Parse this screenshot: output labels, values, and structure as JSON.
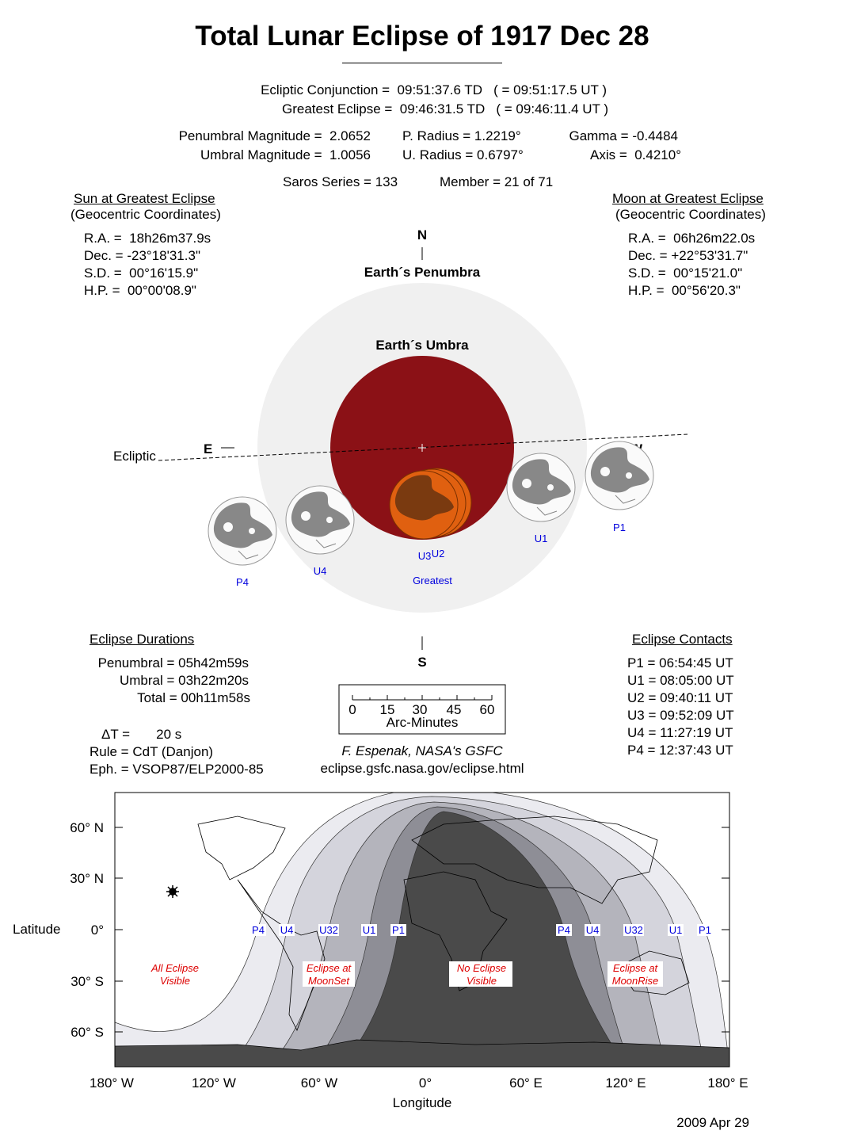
{
  "title": "Total Lunar Eclipse of  1917 Dec 28",
  "times": {
    "conjunction": "Ecliptic Conjunction =  09:51:37.6 TD   ( = 09:51:17.5 UT )",
    "greatest": "Greatest Eclipse =  09:46:31.5 TD   ( = 09:46:11.4 UT )"
  },
  "params": {
    "pen_mag": "Penumbral Magnitude =  2.0652",
    "umb_mag": "Umbral Magnitude =  1.0056",
    "p_radius": "P. Radius = 1.2219°",
    "u_radius": "U. Radius = 0.6797°",
    "gamma": "Gamma = -0.4484",
    "axis": "Axis =  0.4210°",
    "saros": "Saros Series = 133",
    "member": "Member = 21 of 71"
  },
  "sun": {
    "heading": "Sun at Greatest Eclipse",
    "sub": "(Geocentric Coordinates)",
    "lines": [
      "R.A. =  18h26m37.9s",
      "Dec. = -23°18'31.3\"",
      "S.D. =  00°16'15.9\"",
      "H.P. =  00°00'08.9\""
    ]
  },
  "moon": {
    "heading": "Moon at Greatest Eclipse",
    "sub": "(Geocentric Coordinates)",
    "lines": [
      "R.A. =  06h26m22.0s",
      "Dec. = +22°53'31.7\"",
      "S.D. =  00°15'21.0\"",
      "H.P. =  00°56'20.3\""
    ]
  },
  "diagram": {
    "north": "N",
    "south": "S",
    "east": "E",
    "west": "W",
    "penumbra": "Earth´s Penumbra",
    "umbra": "Earth´s Umbra",
    "ecliptic": "Ecliptic",
    "positions": {
      "p4": "P4",
      "u4": "U4",
      "u3": "U3",
      "u2": "U2",
      "u1": "U1",
      "p1": "P1",
      "greatest": "Greatest"
    },
    "colors": {
      "penumbra": "#f0f0f0",
      "umbra": "#8b1116",
      "eclipsed_moon": "#e06010",
      "label": "#0000dd"
    }
  },
  "durations": {
    "heading": "Eclipse Durations",
    "lines": [
      "Penumbral = 05h42m59s",
      "Umbral = 03h22m20s",
      "Total = 00h11m58s"
    ],
    "delta_t": "ΔT =       20 s",
    "rule": "Rule = CdT (Danjon)",
    "eph": "Eph. = VSOP87/ELP2000-85"
  },
  "scale": {
    "ticks": [
      "0",
      "15",
      "30",
      "45",
      "60"
    ],
    "unit": "Arc-Minutes"
  },
  "credit": {
    "author": "F. Espenak, NASA's GSFC",
    "url": "eclipse.gsfc.nasa.gov/eclipse.html"
  },
  "contacts": {
    "heading": "Eclipse Contacts",
    "lines": [
      "P1 = 06:54:45 UT",
      "U1 = 08:05:00 UT",
      "U2 = 09:40:11 UT",
      "U3 = 09:52:09 UT",
      "U4 = 11:27:19 UT",
      "P4 = 12:37:43 UT"
    ]
  },
  "map": {
    "ylabel": "Latitude",
    "xlabel": "Longitude",
    "lat_ticks": [
      "60° N",
      "30° N",
      "0°",
      "30° S",
      "60° S"
    ],
    "lon_ticks": [
      "180° W",
      "120° W",
      "60° W",
      "0°",
      "60° E",
      "120° E",
      "180° E"
    ],
    "west_labels": [
      "P4",
      "U4",
      "U32",
      "U1",
      "P1"
    ],
    "east_labels": [
      "P4",
      "U4",
      "U32",
      "U1",
      "P1"
    ],
    "regions": [
      {
        "l1": "All Eclipse",
        "l2": "Visible"
      },
      {
        "l1": "Eclipse at",
        "l2": "MoonSet"
      },
      {
        "l1": "No Eclipse",
        "l2": "Visible"
      },
      {
        "l1": "Eclipse at",
        "l2": "MoonRise"
      }
    ],
    "shades": [
      "#ebebf0",
      "#d4d4dc",
      "#b4b4bc",
      "#8e8e96",
      "#4a4a4a"
    ]
  },
  "date": "2009 Apr 29"
}
